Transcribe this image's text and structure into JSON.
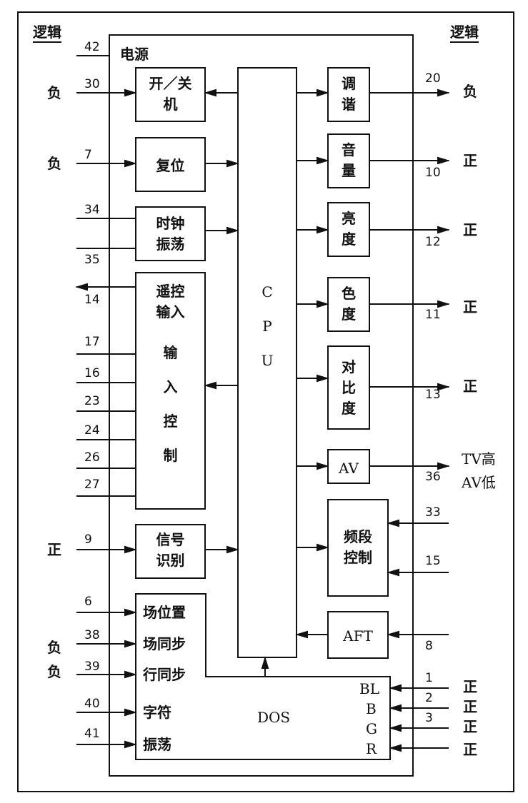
{
  "diagram": {
    "header": {
      "logic_left": "逻辑",
      "logic_right": "逻辑",
      "power": "电源"
    },
    "blocks": {
      "onoff": "开／关\n机",
      "reset": "复位",
      "clock": "时钟\n振荡",
      "remote": "遥控\n输入",
      "input_ctrl": "输\n\n入\n\n控\n\n制",
      "signal": "信号\n识别",
      "cpu": "C\n\nP\n\nU",
      "tune": "调\n谐",
      "volume": "音\n量",
      "brightness": "亮\n度",
      "color": "色\n度",
      "contrast": "对\n比\n度",
      "av": "AV",
      "band": "频段\n控制",
      "aft": "AFT",
      "osd_lines": [
        "场位置",
        "场同步",
        "行同步",
        "字符",
        "振荡"
      ],
      "dos": "DOS",
      "rgb": [
        "BL",
        "B",
        "G",
        "R"
      ]
    },
    "pins_left": [
      "42",
      "30",
      "7",
      "34",
      "35",
      "14",
      "17",
      "16",
      "23",
      "24",
      "26",
      "27",
      "9",
      "6",
      "38",
      "39",
      "40",
      "41"
    ],
    "pins_right": [
      "20",
      "10",
      "12",
      "11",
      "13",
      "36",
      "33",
      "15",
      "8",
      "1",
      "2",
      "3"
    ],
    "polarity_left": [
      "负",
      "负",
      "正",
      "负",
      "负"
    ],
    "polarity_right": [
      "负",
      "正",
      "正",
      "正",
      "正",
      "正",
      "正",
      "正",
      "正"
    ],
    "av_right": [
      "TV高",
      "AV低"
    ]
  }
}
